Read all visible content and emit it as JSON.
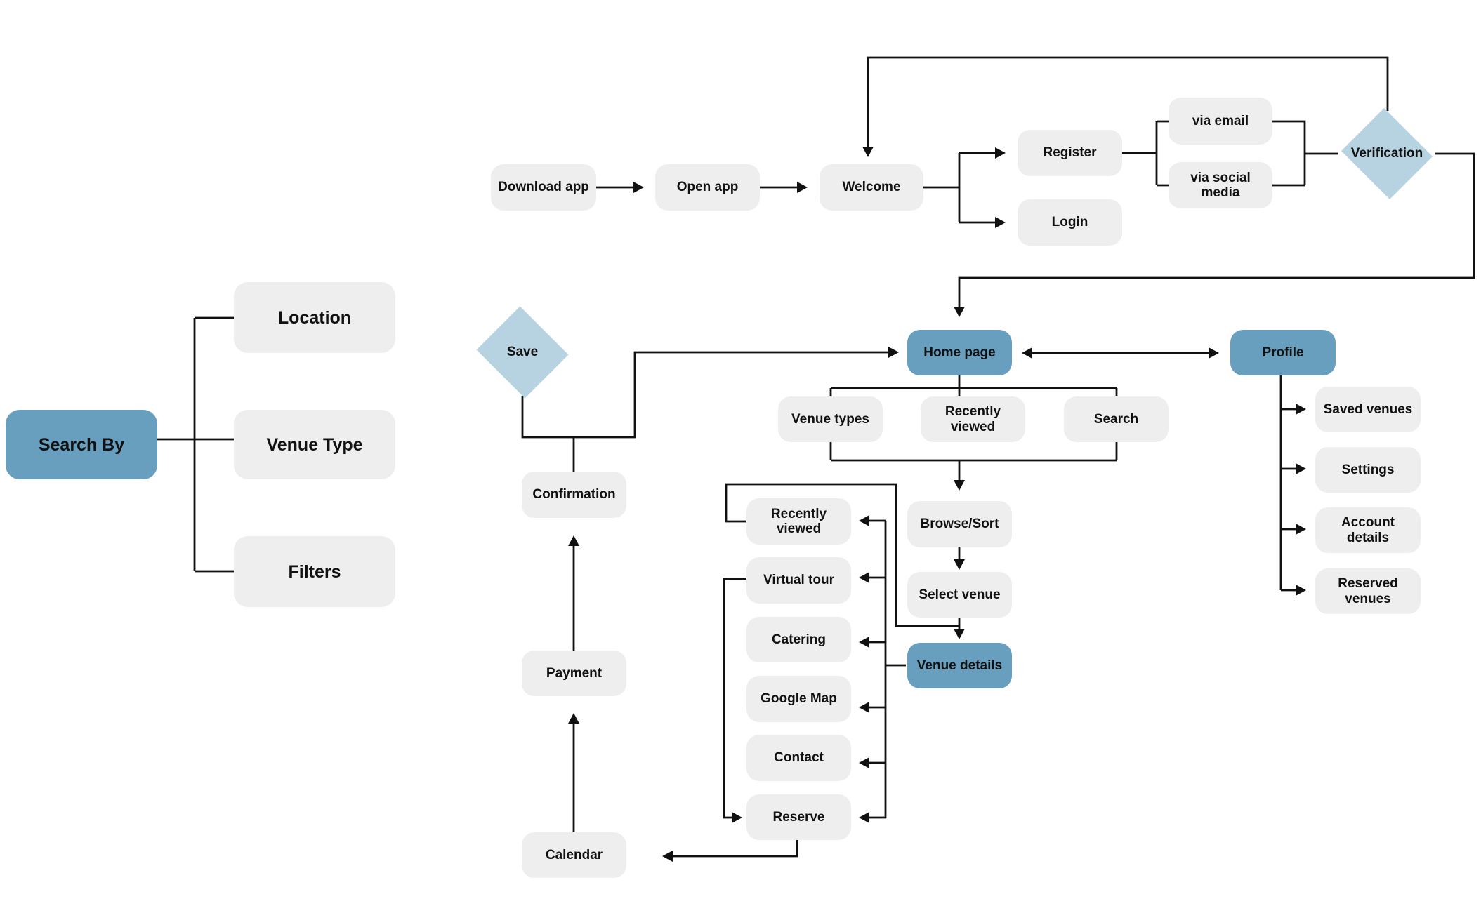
{
  "search_by": {
    "root": "Search By",
    "location": "Location",
    "venue_type": "Venue Type",
    "filters": "Filters"
  },
  "onboarding": {
    "download_app": "Download app",
    "open_app": "Open app",
    "welcome": "Welcome",
    "register": "Register",
    "login": "Login",
    "via_email": "via email",
    "via_social_media": "via social media",
    "verification": "Verification"
  },
  "home": {
    "home_page": "Home page",
    "profile": "Profile",
    "venue_types": "Venue types",
    "recently_viewed": "Recently viewed",
    "search": "Search",
    "browse_sort": "Browse/Sort",
    "select_venue": "Select venue",
    "venue_details": "Venue details"
  },
  "profile_menu": {
    "saved_venues": "Saved venues",
    "settings": "Settings",
    "account_details": "Account details",
    "reserved_venues": "Reserved venues"
  },
  "venue_options": {
    "recently_viewed": "Recently viewed",
    "virtual_tour": "Virtual tour",
    "catering": "Catering",
    "google_map": "Google Map",
    "contact": "Contact",
    "reserve": "Reserve"
  },
  "booking": {
    "save": "Save",
    "confirmation": "Confirmation",
    "payment": "Payment",
    "calendar": "Calendar"
  },
  "colors": {
    "node_fill": "#eeeeee",
    "primary_fill": "#689fbf",
    "decision_fill": "#b7d3e2",
    "connector": "#111111"
  }
}
